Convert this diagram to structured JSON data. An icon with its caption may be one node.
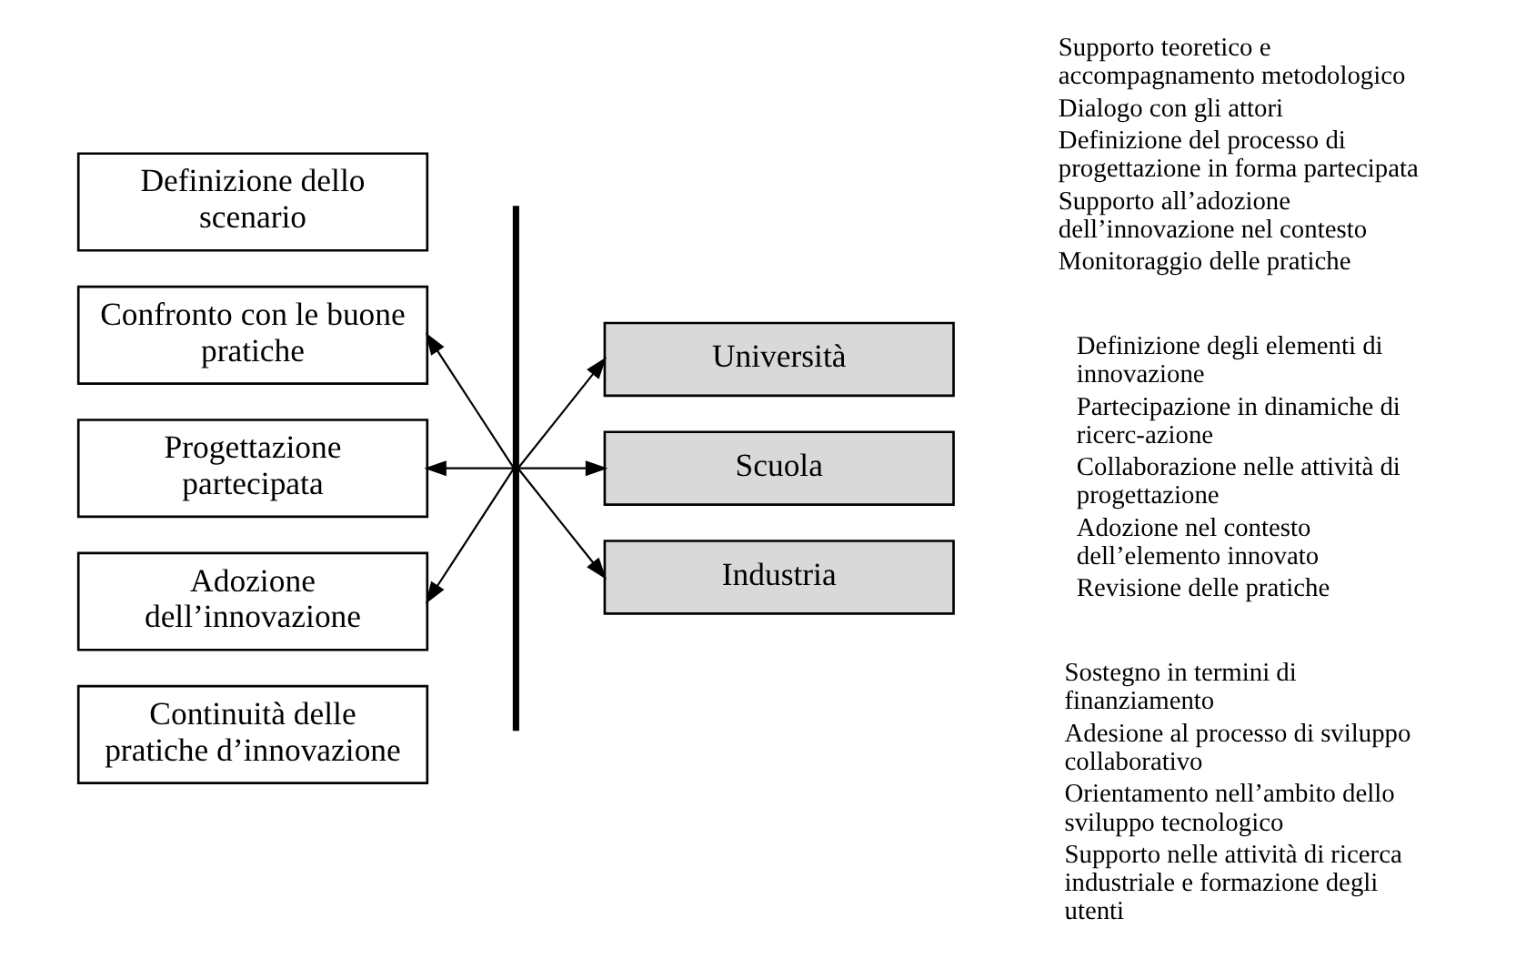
{
  "diagram": {
    "nodes": [
      {
        "text": [
          "Definizione dello scenario"
        ]
      },
      {
        "text": [
          "Confronto con le buone pratiche"
        ]
      },
      {
        "text": [
          "Progettazione partecipata"
        ]
      },
      {
        "text": [
          "Adozione dell’innovazione"
        ]
      },
      {
        "text": [
          "Continuità delle pratiche d’innovazione"
        ]
      },
      {
        "text": [
          "Università"
        ],
        "beside": [
          "Supporto teoretico e accompagnamento metodologico",
          "Dialogo con gli attori",
          "Definizione del processo di progettazione in forma partecipata",
          "Supporto all’adozione dell’innovazione nel contesto",
          "Monitoraggio delle pratiche"
        ]
      },
      {
        "text": [
          "Scuola"
        ],
        "beside": [
          "Definizione degli elementi di innovazione",
          "Partecipazione in dinamiche di ricerc-azione",
          "Collaborazione nelle attività di progettazione",
          "Adozione nel contesto dell’elemento innovato",
          "Revisione delle pratiche"
        ]
      },
      {
        "text": [
          "Industria"
        ],
        "beside": [
          "Sostegno in termini di finanziamento",
          "Adesione al processo di sviluppo collaborativo",
          "Orientamento nell’ambito dello sviluppo tecnologico",
          "Supporto nelle attività di ricerca industriale e formazione degli utenti"
        ]
      },
      {
        "text": [],
        "shape": "bar"
      }
    ],
    "edges": [
      {
        "from": 8,
        "to": 5,
        "arrow": "to"
      },
      {
        "from": 8,
        "to": 1,
        "arrow": "to"
      },
      {
        "from": 8,
        "to": 2,
        "arrow": "to"
      },
      {
        "from": 8,
        "to": 6,
        "arrow": "to"
      },
      {
        "from": 8,
        "to": 3,
        "arrow": "to"
      },
      {
        "from": 8,
        "to": 7,
        "arrow": "to"
      }
    ]
  }
}
